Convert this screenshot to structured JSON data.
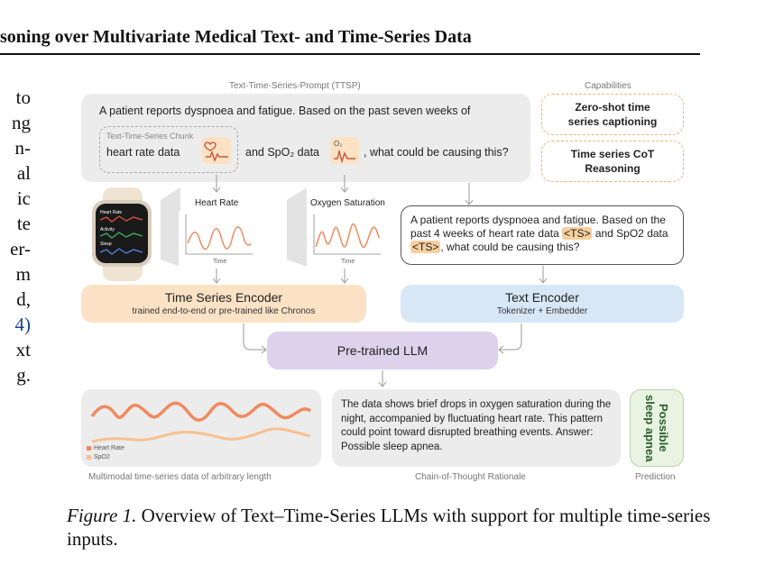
{
  "header": {
    "running_title": "soning over Multivariate Medical Text- and Time-Series Data"
  },
  "left_text": [
    "to",
    "ng",
    "n-",
    "al",
    "ic",
    "te",
    "er-",
    "m",
    "d,",
    "4)",
    "xt",
    "g."
  ],
  "figure": {
    "ttsp_label": "Text-Time-Series-Prompt (TTSP)",
    "prompt_line1": "A patient reports dyspnoea and fatigue. Based on the past seven weeks of",
    "chunk_label": "Text-Time-Series Chunk",
    "heart_rate_data": "heart rate data",
    "and_spo2": "and SpO₂ data",
    "tail": ", what could be causing this?",
    "o2_icon_label": "O₂",
    "capabilities_label": "Capabilities",
    "cap1": "Zero-shot time series captioning",
    "cap2": "Time series CoT Reasoning",
    "watch": {
      "heart_rate": "Heart Rate",
      "activity": "Activity",
      "sleep": "Sleep"
    },
    "hr_chart_title": "Heart Rate",
    "o2_chart_title": "Oxygen Saturation",
    "time_label": "Time",
    "text_prompt": {
      "part1": "A patient reports dyspnoea and fatigue. Based on the past 4 weeks of heart rate data",
      "ts": "<TS>",
      "part2": "and SpO2 data",
      "part3": ", what could be causing this?"
    },
    "ts_encoder_title": "Time Series Encoder",
    "ts_encoder_sub": "trained end-to-end or pre-trained like Chronos",
    "text_encoder_title": "Text Encoder",
    "text_encoder_sub": "Tokenizer + Embedder",
    "llm": "Pre-trained LLM",
    "legend_hr": "Heart Rate",
    "legend_spo2": "SpO2",
    "multimodal_label": "Multimodal time-series data of arbitrary length",
    "rationale": "The data shows brief drops in oxygen saturation during the night, accompanied by fluctuating heart rate. This pattern could point toward disrupted breathing events. Answer: Possible sleep apnea.",
    "rationale_label": "Chain-of-Thought Rationale",
    "prediction": "Possible\nsleep apnea",
    "prediction_label": "Prediction"
  },
  "caption": {
    "label": "Figure 1.",
    "text": " Overview of Text–Time-Series LLMs with support for multiple time-series inputs."
  },
  "colors": {
    "orange": "#f08a5d",
    "peach": "#fbe2c5",
    "blue": "#d7e7f6",
    "purple": "#ddd1ec",
    "green": "#e8f3e2"
  }
}
